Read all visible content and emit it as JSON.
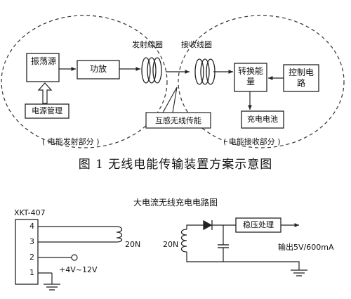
{
  "diagram1": {
    "labels": {
      "oscillator": "振荡源",
      "amplifier": "功放",
      "power_mgmt": "电源管理",
      "tx_coil": "发射線圈",
      "rx_coil": "接收线圈",
      "energy_conv": "转换能量",
      "control": "控制电路",
      "battery": "充电电池",
      "mutual": "互感无线传能",
      "tx_section": "( 电能发射部分 )",
      "rx_section": "( 电能接收部分 )"
    },
    "caption": "图 1   无线电能传输装置方案示意图"
  },
  "diagram2": {
    "title": "大电流无线充电电路图",
    "chip": "XKT-407",
    "pins": [
      "4",
      "3",
      "2",
      "1"
    ],
    "coil_left": "20N",
    "supply": "+4V~12V",
    "coil_right": "20N",
    "regulator": "稳压处理",
    "output": "输出5V/600mA"
  }
}
